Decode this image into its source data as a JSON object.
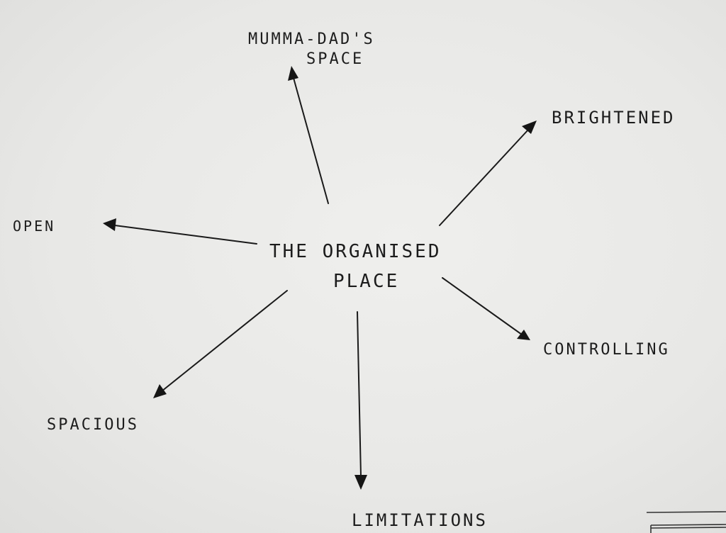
{
  "diagram": {
    "center": {
      "lines": [
        "THE ORGANISED",
        "PLACE"
      ]
    },
    "nodes": [
      {
        "id": "mumma-dads-space",
        "lines": [
          "MUMMA-DAD'S",
          "SPACE"
        ]
      },
      {
        "id": "brightened",
        "lines": [
          "BRIGHTENED"
        ]
      },
      {
        "id": "open",
        "lines": [
          "OPEN"
        ]
      },
      {
        "id": "controlling",
        "lines": [
          "CONTROLLING"
        ]
      },
      {
        "id": "spacious",
        "lines": [
          "SPACIOUS"
        ]
      },
      {
        "id": "limitations",
        "lines": [
          "LIMITATIONS"
        ]
      }
    ],
    "ink_color": "#1a1a1a",
    "paper_color": "#e9e9e7"
  }
}
